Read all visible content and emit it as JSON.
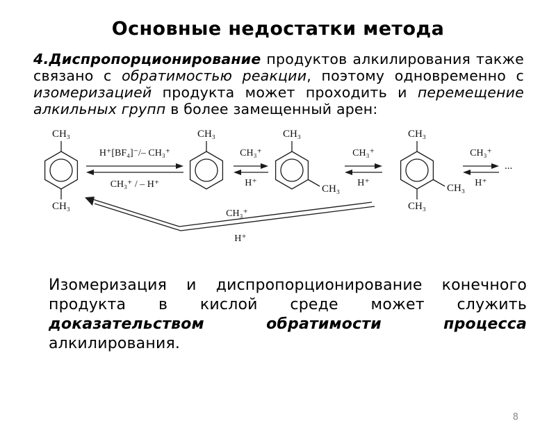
{
  "title": "Основные недостатки метода",
  "page_number": "8",
  "intro": {
    "b1": "4.Диспропорционирование",
    "t1": " продуктов алкилирования также связано с ",
    "i1": "обратимостью реакции",
    "t2": ", поэтому одновременно с ",
    "i2": "изомеризацией",
    "t3": " продукта может проходить и ",
    "i3": "перемещение алкильных групп",
    "t4": " в более замещенный арен:"
  },
  "conclusion": {
    "t1": "Изомеризация и диспропорционирование конечного продукта в кислой среде может служить ",
    "b1": "доказательством обратимости процесса",
    "t2": " алкилирования."
  },
  "scheme": {
    "molecules": [
      {
        "name": "para-xylene",
        "labels": {
          "top": "CH₃",
          "bottom": "CH₃"
        }
      },
      {
        "name": "toluene",
        "labels": {
          "top": "CH₃"
        }
      },
      {
        "name": "meta-xylene",
        "labels": {
          "top": "CH₃",
          "right": "CH₃"
        }
      },
      {
        "name": "trimethylbenzene",
        "labels": {
          "top": "CH₃",
          "right": "CH₃",
          "bottom": "CH₃"
        }
      }
    ],
    "arrows": [
      {
        "above": "H⁺[BF₄]⁻/– CH₃⁺",
        "below": "CH₃⁺ / – H⁺"
      },
      {
        "above": "CH₃⁺",
        "below": "H⁺"
      },
      {
        "above": "CH₃⁺",
        "below": "H⁺"
      },
      {
        "above": "CH₃⁺",
        "below": "H⁺"
      }
    ],
    "ellipsis": "...",
    "back_arrow": {
      "above": "CH₃⁺",
      "below": "H⁺"
    }
  }
}
